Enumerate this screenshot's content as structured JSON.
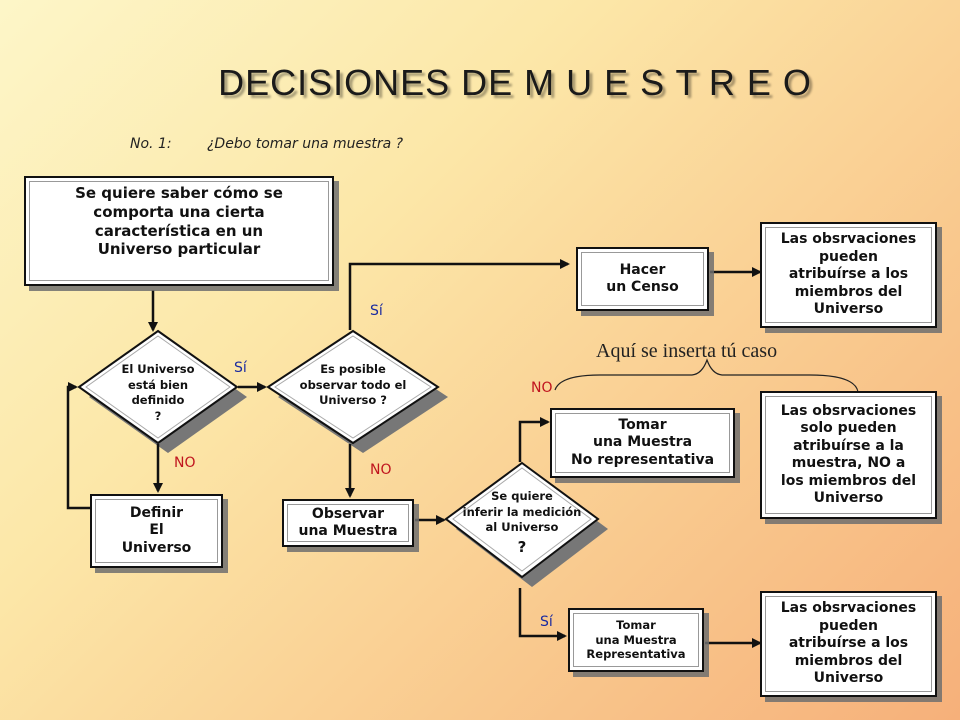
{
  "title": "DECISIONES DE M U E S T R E O",
  "subtitle": {
    "number": "No. 1:",
    "question": "¿Debo tomar una muestra ?"
  },
  "boxes": {
    "start": "Se quiere saber cómo se\ncomporta una cierta\ncaracterística en un\nUniverso particular",
    "censo": "Hacer\nun Censo",
    "obs_censo": "Las obsrvaciones\npueden\natribuírse a los\nmiembros del\nUniverso",
    "no_repr": "Tomar\nuna Muestra\nNo representativa",
    "obs_no_repr": "Las obsrvaciones\nsolo pueden\natribuírse a la\nmuestra, NO a\nlos miembros del\nUniverso",
    "definir": "Definir\nEl\nUniverso",
    "observar": "Observar\nuna Muestra",
    "repr": "Tomar\nuna Muestra\nRepresentativa",
    "obs_repr": "Las obsrvaciones\npueden\natribuírse a  los\nmiembros del\nUniverso"
  },
  "diamonds": {
    "d1": "El Universo\nestá bien\ndefinido\n?",
    "d2": "Es posible\nobservar todo el\nUniverso ?",
    "d3_line1": "Se quiere\ninferir la medición\nal Universo",
    "d3_q": "?"
  },
  "labels": {
    "si1": "Sí",
    "no1": "NO",
    "si2": "Sí",
    "no2": "NO",
    "no3": "NO",
    "si3": "Sí"
  },
  "note": "Aquí se inserta tú caso"
}
